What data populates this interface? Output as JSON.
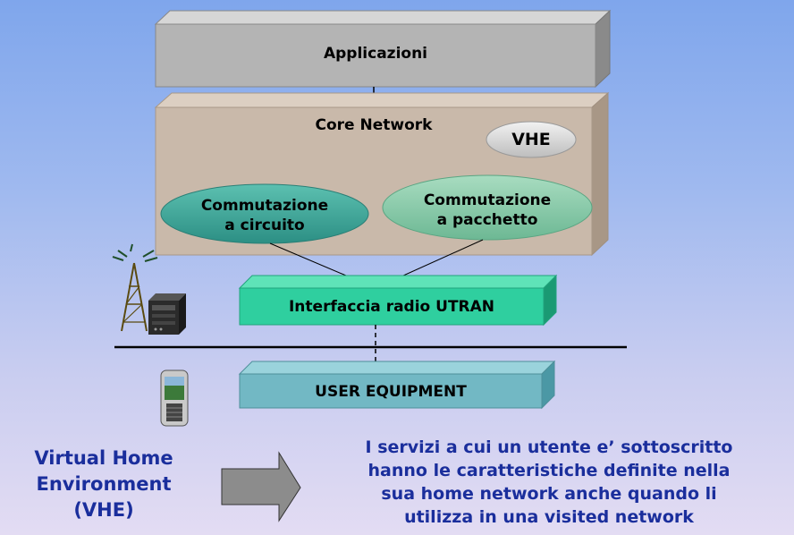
{
  "diagram": {
    "applications_label": "Applicazioni",
    "core_network_label": "Core Network",
    "vhe_label": "VHE",
    "circuit_switching": [
      "Commutazione",
      "a circuito"
    ],
    "packet_switching": [
      "Commutazione",
      "a pacchetto"
    ],
    "radio_interface_label": "Interfaccia radio UTRAN",
    "user_equipment_label": "USER EQUIPMENT"
  },
  "footer": {
    "left_text": [
      "Virtual Home",
      "Environment",
      "(VHE)"
    ],
    "right_text": [
      "I servizi a cui un utente e’ sottoscritto",
      "hanno le caratteristiche definite nella",
      "sua home network anche quando li",
      "utilizza in una visited network"
    ]
  },
  "colors": {
    "applications_box": "#b3b3b3",
    "core_box": "#c8b8a8",
    "circuit_ellipse": "#3fa89a",
    "packet_ellipse": "#86c9a8",
    "radio_box": "#2fc99c",
    "user_equipment_box": "#6fb6c2",
    "blue_text": "#1a2e9c"
  }
}
